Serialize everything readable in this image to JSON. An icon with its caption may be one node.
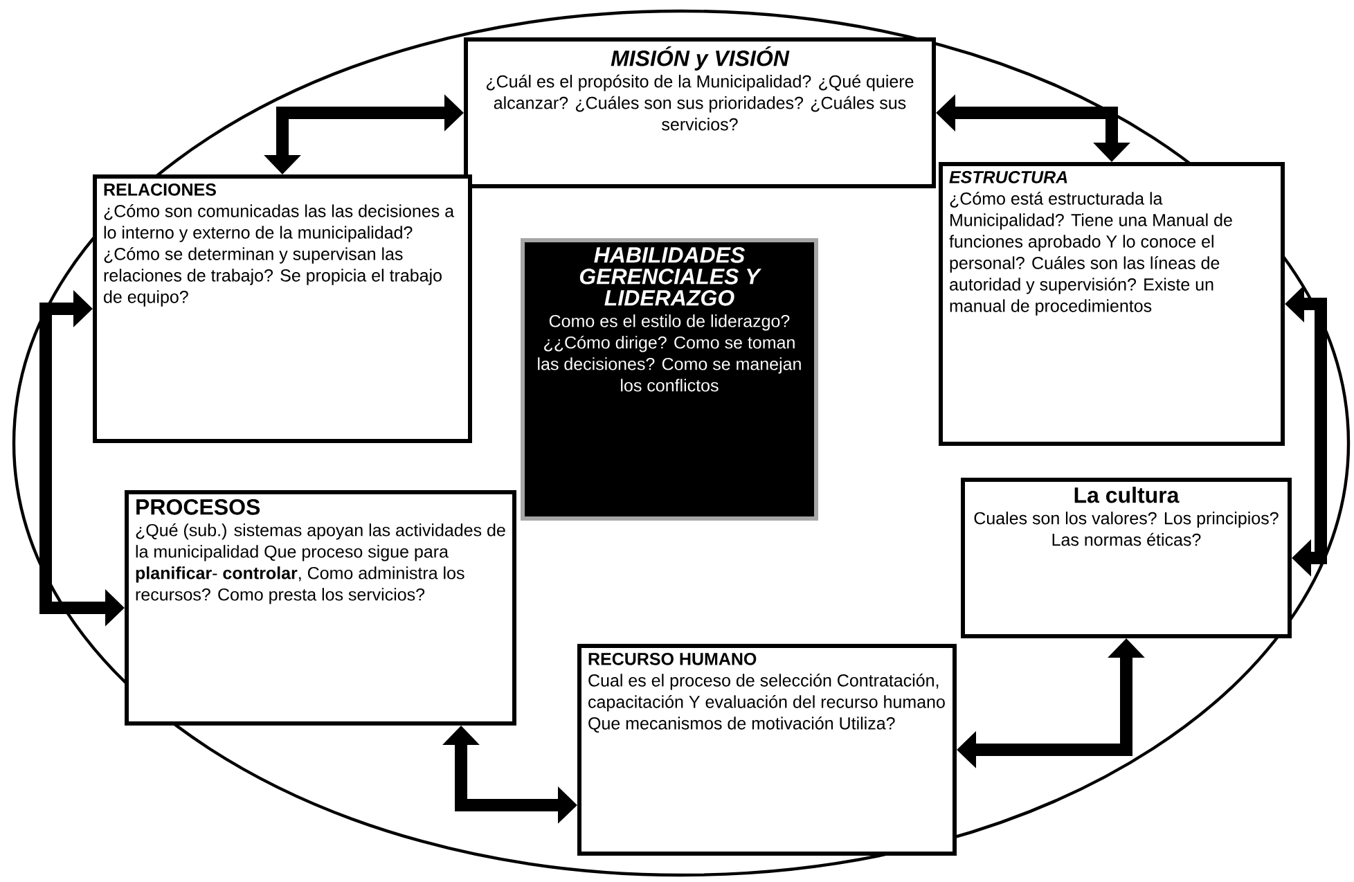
{
  "diagram": {
    "nodes": [
      {
        "text": [
          "MISIÓN y VISIÓN",
          "¿Cuál es el propósito de la Municipalidad? ¿Qué quiere alcanzar? ¿Cuáles son sus prioridades? ¿Cuáles sus servicios?"
        ]
      },
      {
        "text": [
          "RELACIONES",
          "¿Cómo son comunicadas las las decisiones a lo interno y externo de la municipalidad? ¿Cómo se determinan y supervisan las relaciones de trabajo? Se propicia el trabajo de equipo?"
        ]
      },
      {
        "text": [
          "HABILIDADES GERENCIALES Y LIDERAZGO",
          "Como es el estilo de liderazgo? ¿¿Cómo dirige? Como se toman las decisiones? Como se manejan los conflictos"
        ]
      },
      {
        "text": [
          "ESTRUCTURA",
          "¿Cómo está estructurada la Municipalidad? Tiene una Manual de funciones aprobado Y lo conoce el personal? Cuáles son las líneas de autoridad y supervisión? Existe un manual de procedimientos"
        ]
      },
      {
        "text": [
          "La cultura",
          "Cuales son los valores? Los principios? Las normas éticas?"
        ]
      },
      {
        "text": [
          "PROCESOS",
          "¿Qué (sub.) sistemas apoyan las actividades de la municipalidad Que proceso sigue para **planificar**- **controlar**, Como administra los recursos? Como presta los servicios?"
        ]
      },
      {
        "text": [
          "RECURSO HUMANO",
          "Cual es el proceso de selección Contratación, capacitación Y evaluación del recurso humano Que mecanismos de motivación Utiliza?"
        ]
      }
    ],
    "edges": [
      {
        "from": 0,
        "to": 1,
        "arrow": "both"
      },
      {
        "from": 0,
        "to": 3,
        "arrow": "both"
      },
      {
        "from": 3,
        "to": 4,
        "arrow": "both"
      },
      {
        "from": 4,
        "to": 6,
        "arrow": "both"
      },
      {
        "from": 5,
        "to": 6,
        "arrow": "both"
      },
      {
        "from": 1,
        "to": 5,
        "arrow": "both"
      }
    ]
  }
}
